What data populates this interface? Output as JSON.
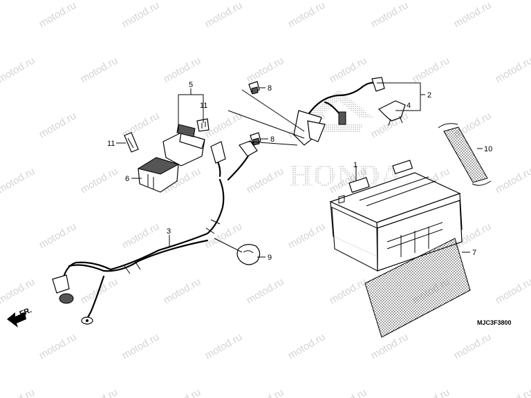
{
  "watermark": "motod.ru",
  "brand_logo": "HONDA",
  "front_arrow_label": "FR.",
  "drawing_code": "MJC3F3800",
  "callouts": [
    {
      "id": "1",
      "text": "1"
    },
    {
      "id": "2",
      "text": "2"
    },
    {
      "id": "3",
      "text": "3"
    },
    {
      "id": "4",
      "text": "4"
    },
    {
      "id": "5",
      "text": "5"
    },
    {
      "id": "6",
      "text": "6"
    },
    {
      "id": "7",
      "text": "7"
    },
    {
      "id": "8a",
      "text": "8"
    },
    {
      "id": "8b",
      "text": "8"
    },
    {
      "id": "9",
      "text": "9"
    },
    {
      "id": "10",
      "text": "10"
    },
    {
      "id": "11a",
      "text": "11"
    },
    {
      "id": "11b",
      "text": "11"
    }
  ]
}
